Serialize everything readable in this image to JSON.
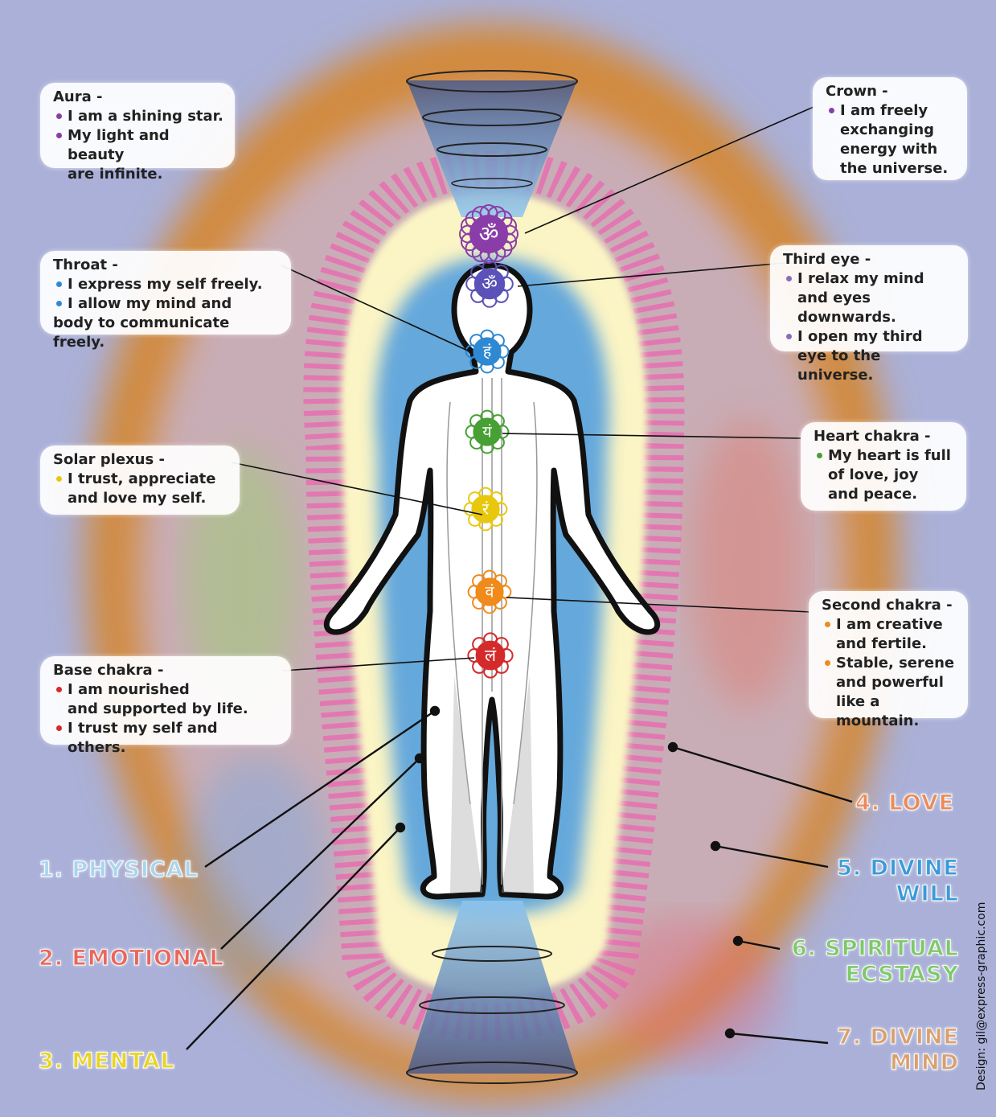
{
  "colors": {
    "background": "#aab0d8",
    "aura_orange": "#d28a3c",
    "aura_yellow": "#fbf4c4",
    "aura_blue": "#4c9be0",
    "crown": "#8a3da8",
    "third_eye": "#5a52b8",
    "throat": "#2f88d2",
    "heart": "#46a034",
    "solar_plexus": "#e8c80e",
    "second": "#f08a1a",
    "base": "#d42a2a"
  },
  "chakras": [
    {
      "id": "crown",
      "symbol": "ॐ"
    },
    {
      "id": "third_eye",
      "symbol": "ॐ"
    },
    {
      "id": "throat",
      "symbol": "हं"
    },
    {
      "id": "heart",
      "symbol": "यं"
    },
    {
      "id": "solar_plexus",
      "symbol": "रं"
    },
    {
      "id": "second",
      "symbol": "वं"
    },
    {
      "id": "base",
      "symbol": "लं"
    }
  ],
  "boxes": {
    "aura": {
      "title": "Aura -",
      "items": [
        "I am a shining star.",
        "My light and beauty\n are infinite."
      ],
      "dot": "#8a3da8"
    },
    "crown": {
      "title": "Crown -",
      "items": [
        "I am freely\n exchanging\n energy with\n the universe."
      ],
      "dot": "#8a3da8"
    },
    "throat": {
      "title": "Throat -",
      "items": [
        "I express my self freely.",
        "I allow my mind and"
      ],
      "tail": "body to communicate freely.",
      "dot": "#2f88d2"
    },
    "third_eye": {
      "title": "Third eye -",
      "items": [
        "I relax my mind and eyes downwards.",
        "I open my third\n eye to the universe."
      ],
      "dot": "#8a6db8"
    },
    "solar_plexus": {
      "title": "Solar plexus -",
      "items": [
        "I trust, appreciate\n and love my self."
      ],
      "dot": "#e8c80e"
    },
    "heart": {
      "title": "Heart chakra -",
      "items": [
        "My heart is full\n of love, joy\n and peace."
      ],
      "dot": "#46a034"
    },
    "second": {
      "title": "Second chakra -",
      "items": [
        "I am creative\n and fertile.",
        "Stable, serene\n and powerful\n like a mountain."
      ],
      "dot": "#f08a1a"
    },
    "base": {
      "title": "Base chakra -",
      "items": [
        "I am nourished\n and supported by life.",
        "I trust my self and others."
      ],
      "dot": "#d42a2a"
    }
  },
  "layers": [
    {
      "id": "physical",
      "label": "1. PHYSICAL",
      "color": "#a9d4ee"
    },
    {
      "id": "emotional",
      "label": "2. EMOTIONAL",
      "color": "#e8665a"
    },
    {
      "id": "mental",
      "label": "3. MENTAL",
      "color": "#e8d422"
    },
    {
      "id": "love",
      "label": "4. LOVE",
      "color": "#ea8a5a"
    },
    {
      "id": "divine_will",
      "label": "5. DIVINE\nWILL",
      "color": "#3a9ad8"
    },
    {
      "id": "spiritual_ecstasy",
      "label": "6. SPIRITUAL\nECSTASY",
      "color": "#7ec86a"
    },
    {
      "id": "divine_mind",
      "label": "7. DIVINE\nMIND",
      "color": "#d8a070"
    }
  ],
  "credit": "Design: gil@express-graphic.com"
}
